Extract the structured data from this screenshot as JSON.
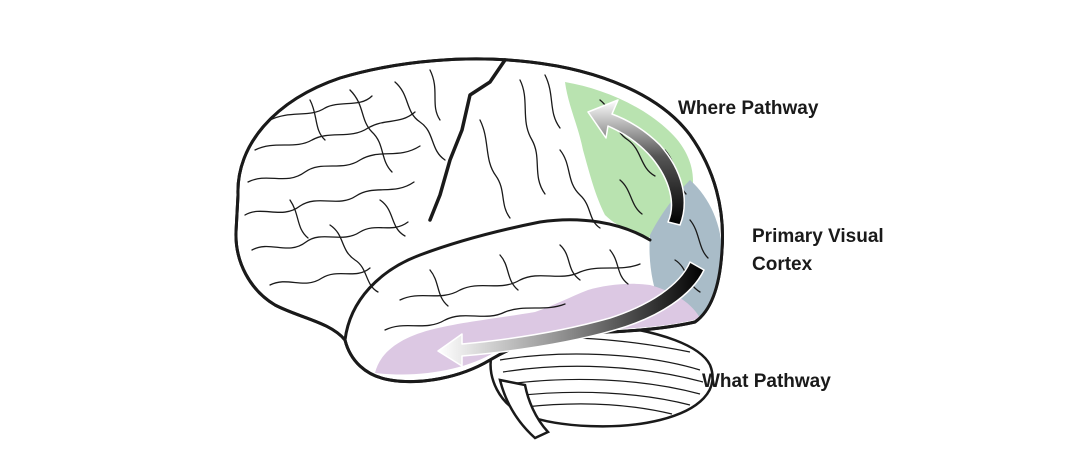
{
  "labels": {
    "where_pathway": "Where Pathway",
    "primary_visual_line1": "Primary Visual",
    "primary_visual_line2": "Cortex",
    "what_pathway": "What Pathway"
  },
  "colors": {
    "background": "#ffffff",
    "outline": "#1a1a1a",
    "where_region": "#b9e3b0",
    "what_region": "#dcc8e3",
    "primary_visual_region": "#a9bcc8",
    "text": "#1a1a1a"
  }
}
